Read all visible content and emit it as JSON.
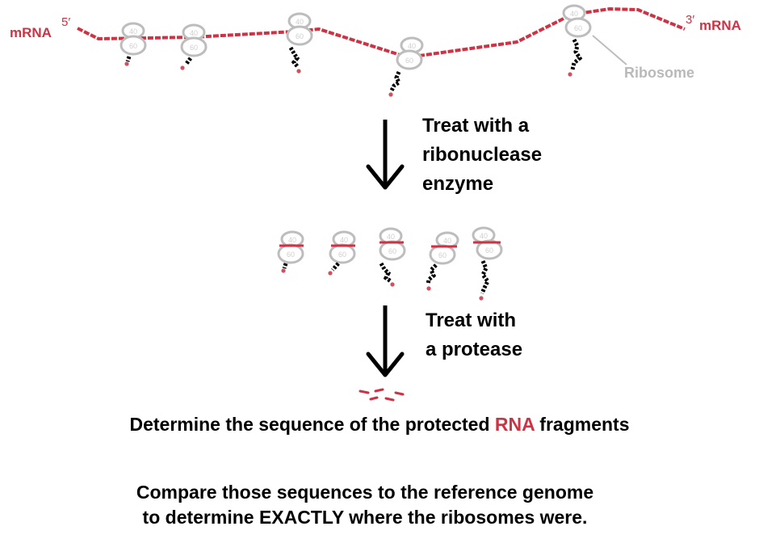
{
  "mrna_left": {
    "label": "mRNA",
    "end": "5′"
  },
  "mrna_right": {
    "label": "mRNA",
    "end": "3′"
  },
  "ribosome_label": "Ribosome",
  "subunit_small": "40",
  "subunit_large": "60",
  "step1_lines": [
    "Treat with a",
    "ribonuclease",
    "enzyme"
  ],
  "step2_lines": [
    "Treat with",
    "a protease"
  ],
  "result": {
    "before": "Determine the sequence of the protected ",
    "highlight": "RNA",
    "after": " fragments"
  },
  "compare_lines": [
    "Compare those sequences to the reference genome",
    "to determine EXACTLY where the ribosomes were."
  ],
  "colors": {
    "mrna": "#cc3344",
    "ribosome": "#bdbdbd",
    "peptide": "#000000",
    "peptide_tip": "#d05060",
    "arrow": "#000000",
    "fragment": "#cc3344"
  }
}
